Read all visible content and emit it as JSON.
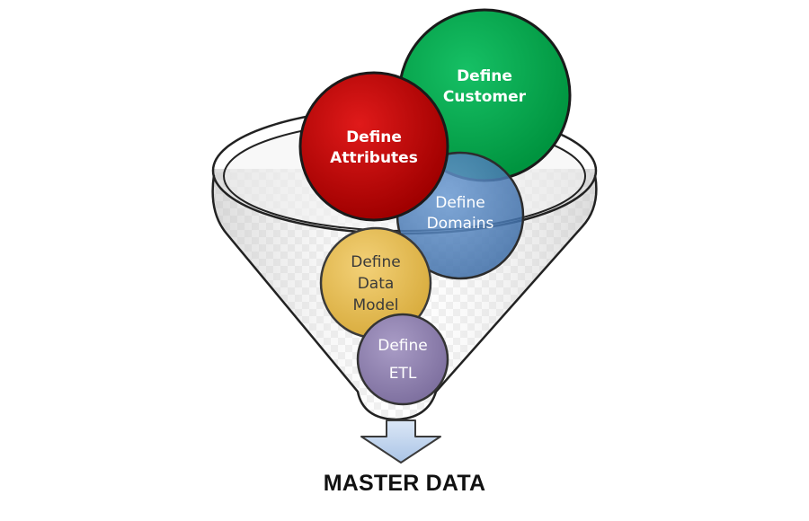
{
  "diagram": {
    "circles": [
      {
        "id": "attributes",
        "lines": [
          "Define",
          "Attributes"
        ],
        "color": "#c00000",
        "text_color": "#ffffff"
      },
      {
        "id": "customer",
        "lines": [
          "Define",
          "Customer"
        ],
        "color": "#00a650",
        "text_color": "#ffffff"
      },
      {
        "id": "domains",
        "lines": [
          "Define",
          "Domains"
        ],
        "color": "#4f81bd",
        "text_color": "#ffffff"
      },
      {
        "id": "data-model",
        "lines": [
          "Define",
          "Data",
          "Model"
        ],
        "color": "#e9c35b",
        "text_color": "#3a3a3a"
      },
      {
        "id": "etl",
        "lines": [
          "Define",
          "ETL"
        ],
        "color": "#9688b3",
        "text_color": "#ffffff"
      }
    ],
    "output": {
      "label": "MASTER DATA",
      "arrow_icon": "down-arrow-icon"
    },
    "colors": {
      "funnel_outline": "#222222",
      "funnel_glass": "#d9d9d9",
      "arrow_fill": "#c6d9f1"
    }
  }
}
